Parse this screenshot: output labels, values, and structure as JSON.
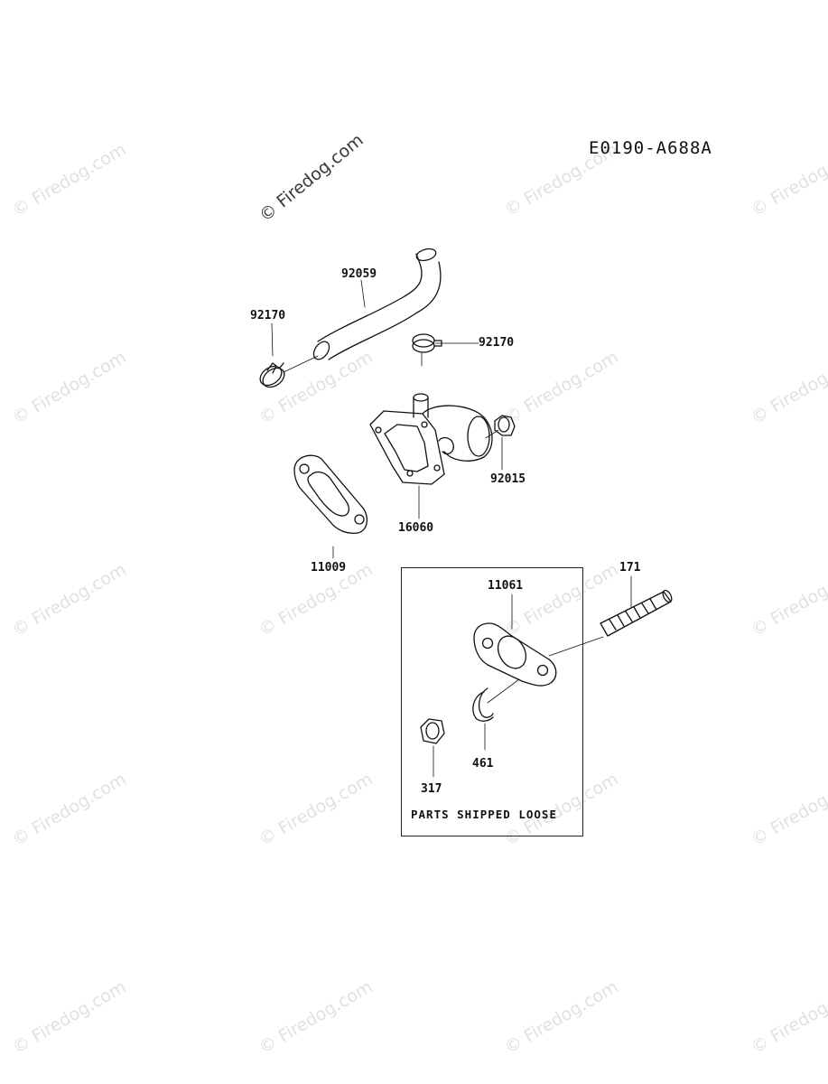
{
  "diagram": {
    "code": "E0190-A688A"
  },
  "watermark": {
    "text": "© Firedog.com",
    "color_faint": "#e1e1e1",
    "color_strong": "#3a3a3a"
  },
  "parts": {
    "hose": "92059",
    "clamp_left": "92170",
    "clamp_right": "92170",
    "bolt": "92015",
    "joint": "16060",
    "gasket": "11009",
    "gasket_loose": "11061",
    "stud": "171",
    "washer": "461",
    "nut": "317"
  },
  "loose_box": {
    "caption": "PARTS SHIPPED LOOSE"
  }
}
